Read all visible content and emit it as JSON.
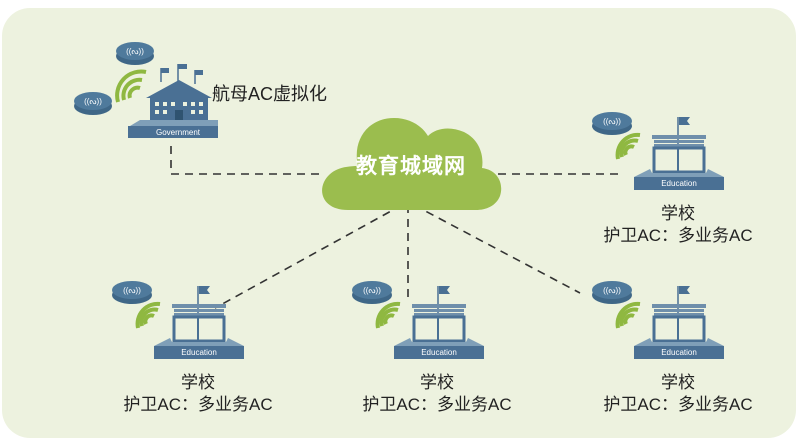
{
  "diagram": {
    "title": "教育城域网 topology",
    "colors": {
      "background": "#edf2df",
      "cloud": "#9bbd4e",
      "building": "#4a7094",
      "wifi": "#8fb841",
      "link": "#333333"
    },
    "cloud": {
      "label": "教育城域网",
      "icon": "cloud-icon"
    },
    "government": {
      "building_tag": "Government",
      "label": "航母AC虚拟化",
      "icons": [
        "access-point-icon",
        "access-point-icon",
        "wifi-signal-icon",
        "government-building-icon"
      ]
    },
    "schools": [
      {
        "id": "school-right",
        "building_tag": "Education",
        "name": "学校",
        "ac_label": "护卫AC：多业务AC"
      },
      {
        "id": "school-bottom-left",
        "building_tag": "Education",
        "name": "学校",
        "ac_label": "护卫AC：多业务AC"
      },
      {
        "id": "school-bottom-center",
        "building_tag": "Education",
        "name": "学校",
        "ac_label": "护卫AC：多业务AC"
      },
      {
        "id": "school-bottom-right",
        "building_tag": "Education",
        "name": "学校",
        "ac_label": "护卫AC：多业务AC"
      }
    ],
    "links": [
      {
        "from": "government",
        "to": "cloud",
        "style": "dashed"
      },
      {
        "from": "cloud",
        "to": "school-right",
        "style": "dashed"
      },
      {
        "from": "cloud",
        "to": "school-bottom-left",
        "style": "dashed"
      },
      {
        "from": "cloud",
        "to": "school-bottom-center",
        "style": "dashed"
      },
      {
        "from": "cloud",
        "to": "school-bottom-right",
        "style": "dashed"
      }
    ]
  }
}
